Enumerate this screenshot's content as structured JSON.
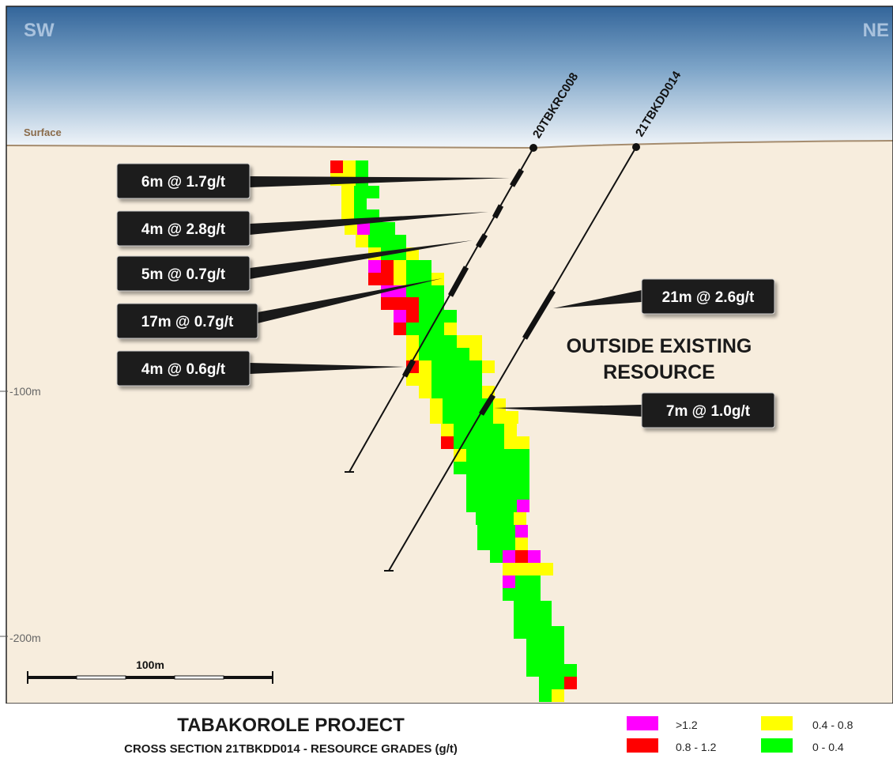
{
  "orientation": {
    "left": "SW",
    "right": "NE"
  },
  "surface_label": "Surface",
  "depth_labels": [
    {
      "text": "-100m",
      "depth_m": -100
    },
    {
      "text": "-200m",
      "depth_m": -200
    }
  ],
  "scale_bar": {
    "label": "100m",
    "length_m": 100
  },
  "drill_holes": [
    {
      "name": "20TBKRC008"
    },
    {
      "name": "21TBKDD014"
    }
  ],
  "intercepts": [
    {
      "text": "6m @ 1.7g/t",
      "hole": "20TBKRC008"
    },
    {
      "text": "4m @ 2.8g/t",
      "hole": "20TBKRC008"
    },
    {
      "text": "5m @ 0.7g/t",
      "hole": "20TBKRC008"
    },
    {
      "text": "17m @ 0.7g/t",
      "hole": "20TBKRC008"
    },
    {
      "text": "4m @ 0.6g/t",
      "hole": "20TBKRC008"
    },
    {
      "text": "21m @ 2.6g/t",
      "hole": "21TBKDD014"
    },
    {
      "text": "7m @ 1.0g/t",
      "hole": "21TBKDD014"
    }
  ],
  "annotation": {
    "line1": "OUTSIDE EXISTING",
    "line2": "RESOURCE"
  },
  "title": {
    "main": "TABAKOROLE PROJECT",
    "sub": "CROSS SECTION 21TBKDD014 - RESOURCE GRADES (g/t)"
  },
  "legend": [
    {
      "range": ">1.2",
      "color": "#ff00ff"
    },
    {
      "range": "0.4 - 0.8",
      "color": "#ffff00"
    },
    {
      "range": "0.8 - 1.2",
      "color": "#ff0000"
    },
    {
      "range": "0 - 0.4",
      "color": "#00ff00"
    }
  ],
  "colors": {
    "sky_top": "#34669a",
    "sky_bottom": "#f0f5fa",
    "ground": "#f7eddd",
    "surface_line": "#a58c6e",
    "callout_bg": "#1a1a1a"
  }
}
